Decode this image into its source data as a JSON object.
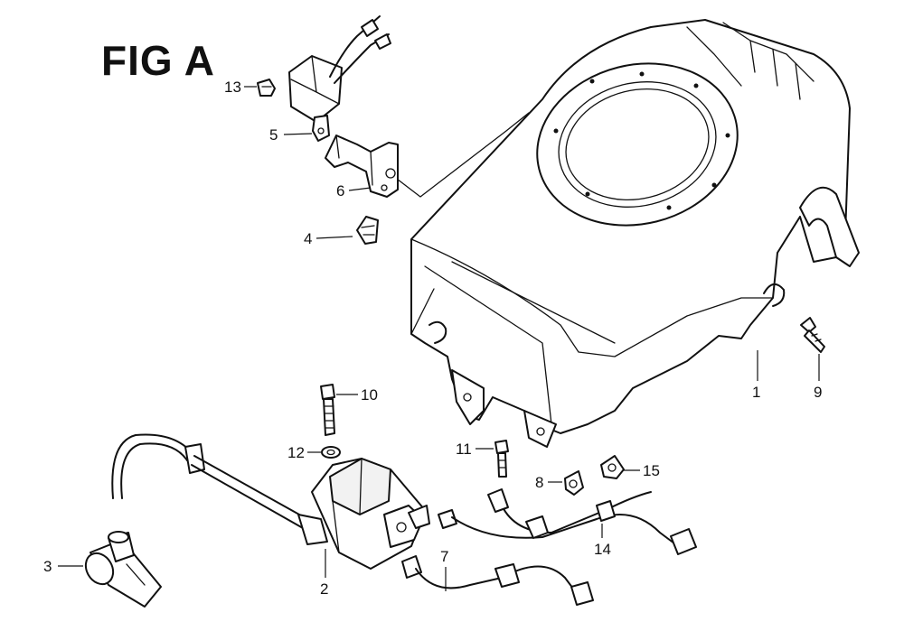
{
  "figure": {
    "title": "FIG A"
  },
  "callouts": {
    "c1": "1",
    "c2": "2",
    "c3": "3",
    "c4": "4",
    "c5": "5",
    "c6": "6",
    "c7": "7",
    "c8": "8",
    "c9": "9",
    "c10": "10",
    "c11": "11",
    "c12": "12",
    "c13": "13",
    "c14": "14",
    "c15": "15"
  }
}
